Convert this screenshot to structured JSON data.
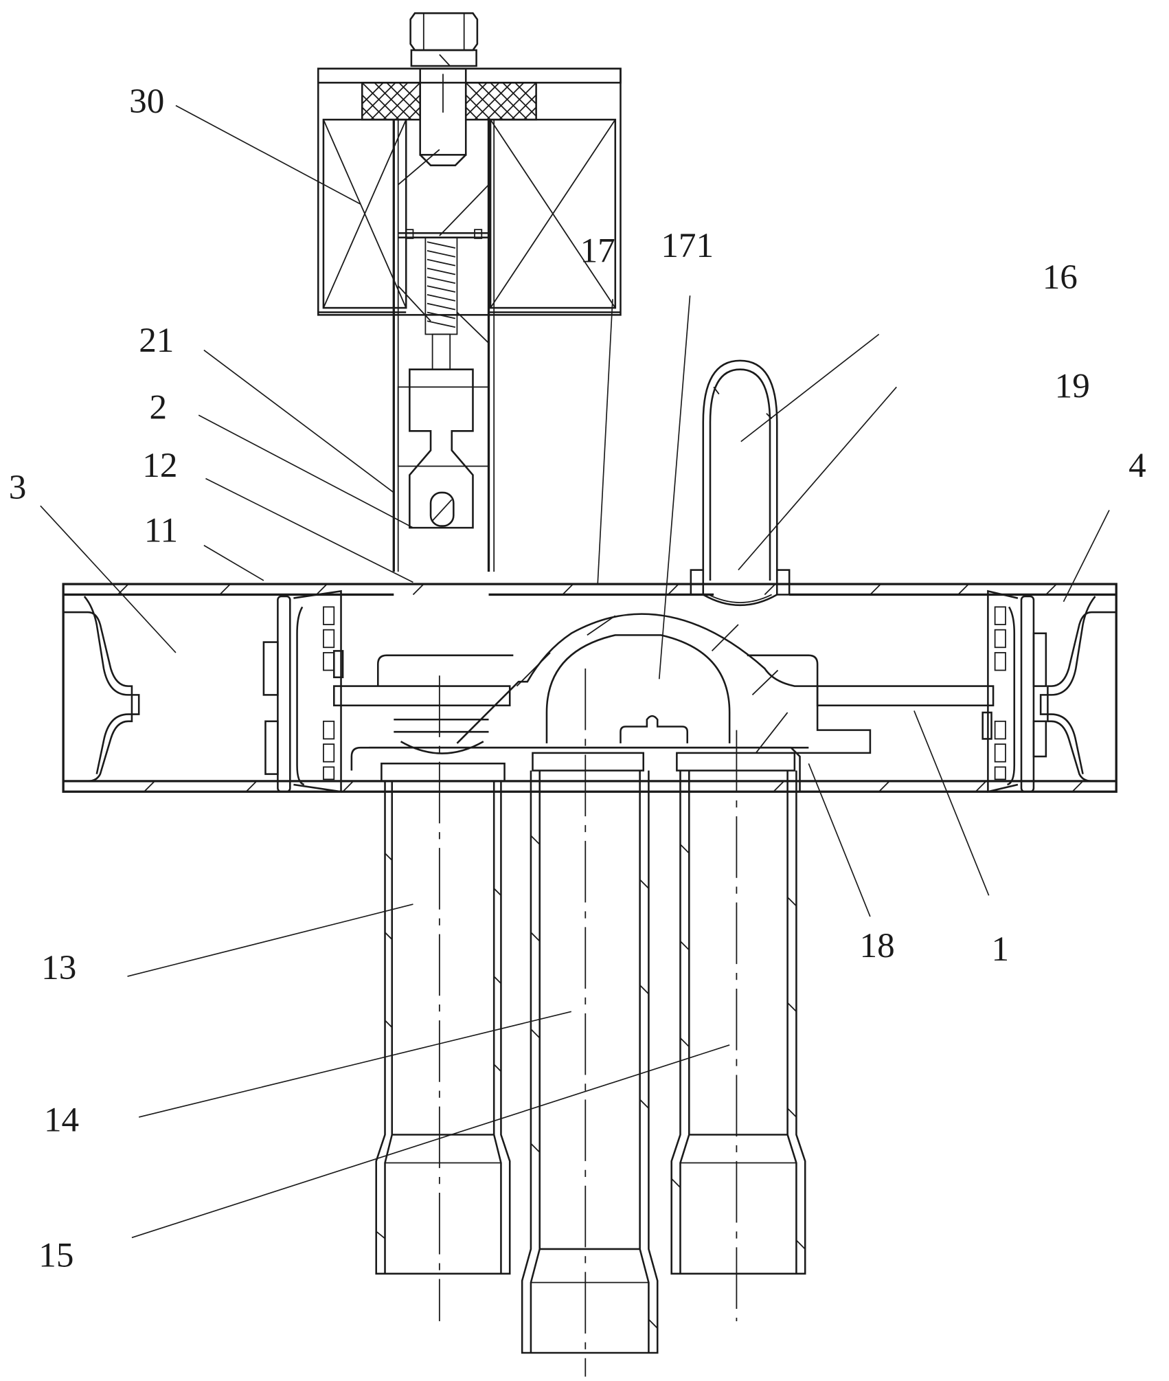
{
  "figure": {
    "type": "patent cross-section drawing",
    "subject": "valve assembly with solenoid coil, body, filters and connecting pipes"
  },
  "labels": {
    "l30": "30",
    "l21": "21",
    "l2": "2",
    "l12": "12",
    "l3": "3",
    "l11": "11",
    "l17": "17",
    "l171": "171",
    "l16": "16",
    "l19": "19",
    "l4": "4",
    "l13": "13",
    "l14": "14",
    "l15": "15",
    "l18": "18",
    "l1": "1"
  },
  "parts": [
    {
      "ref": "1",
      "name": "valve body chamber"
    },
    {
      "ref": "2",
      "name": "valve core tube"
    },
    {
      "ref": "3",
      "name": "left end cap / filter"
    },
    {
      "ref": "4",
      "name": "right end cap / filter"
    },
    {
      "ref": "11",
      "name": "body wall"
    },
    {
      "ref": "12",
      "name": "pilot port"
    },
    {
      "ref": "13",
      "name": "pipe 13"
    },
    {
      "ref": "14",
      "name": "pipe 14"
    },
    {
      "ref": "15",
      "name": "pipe 15"
    },
    {
      "ref": "16",
      "name": "U-shaped pipe"
    },
    {
      "ref": "17",
      "name": "slide valve"
    },
    {
      "ref": "171",
      "name": "slide valve cavity"
    },
    {
      "ref": "18",
      "name": "valve seat"
    },
    {
      "ref": "19",
      "name": "port 19"
    },
    {
      "ref": "21",
      "name": "sleeve 21"
    },
    {
      "ref": "30",
      "name": "solenoid coil"
    }
  ],
  "colors": {
    "ink": "#1a1a1a",
    "paper": "#ffffff"
  }
}
